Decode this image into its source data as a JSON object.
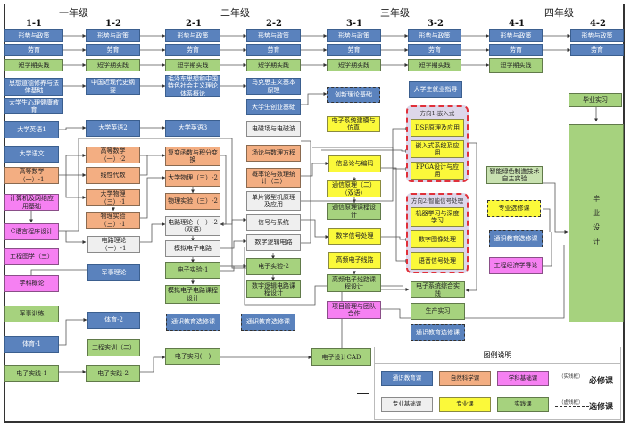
{
  "years": [
    "一年级",
    "二年级",
    "三年级",
    "四年级"
  ],
  "semesters": [
    "1-1",
    "1-2",
    "2-1",
    "2-2",
    "3-1",
    "3-2",
    "4-1",
    "4-2"
  ],
  "colors": {
    "general_education": "#5a82bd",
    "natural_science": "#f3ae82",
    "subject_foundation": "#f680f2",
    "major_foundation": "#efefef",
    "major": "#fbf93a",
    "practice": "#a6d27e",
    "direction_border": "#e0303a"
  },
  "courses": {
    "xszc": "形势与政策",
    "ly": "劳育",
    "dxqsj": "短学期实践",
    "sxdd": "思想道德修养与法律基础",
    "xljk": "大学生心理健康教育",
    "zgjd": "中国近现代史纲要",
    "mzd": "毛泽东思想和中国特色社会主义理论体系概论",
    "mkszy": "马克思主义基本原理",
    "cyjc": "大学生创业基础",
    "cxll": "创新理论基础",
    "jyzd": "大学生就业指导",
    "byyx": "毕业实习",
    "yy1": "大学英语1",
    "yy2": "大学英语2",
    "yy3": "大学英语3",
    "dxyw": "大学语文",
    "gs1": "高等数学（一）-1",
    "gs2": "高等数学（一）-2",
    "xxds": "线性代数",
    "wl1": "大学物理（三）-1",
    "sy1": "物理实验（三）-1",
    "fbhs": "复变函数与积分变换",
    "wl2": "大学物理（三）-2",
    "sy2": "物理实验（三）-2",
    "dl1": "电路理论（一）-1",
    "dl2": "电路理论（一）-2（双语）",
    "mndl": "模拟电子电路",
    "dzsy1": "电子实验-1",
    "mnkc": "模拟电子电路课程设计",
    "dcc": "电磁场与电磁波",
    "cl": "场论与数理方程",
    "gl": "概率论与数理统计（二）",
    "dpj": "单片微型机原理及应用",
    "xhxt": "信号与系统",
    "szlj": "数字逻辑电路",
    "dzsy2": "电子实验-2",
    "szkc": "数字逻辑电路课程设计",
    "jsj": "计算机及网络应用基础",
    "cyy": "C语言程序设计",
    "gctx": "工程图学（三）",
    "xkgl": "学科概论",
    "jsll": "军事理论",
    "jsxl": "军事训练",
    "ty1": "体育-1",
    "ty2": "体育-2",
    "gcsx": "工程实训（二）",
    "dzsj1": "电子实践-1",
    "dzsj2": "电子实践-2",
    "dzsx": "电子实习(一)",
    "tsxx1": "通识教育选修课",
    "tsxx2": "通识教育选修课",
    "tsxx3": "通识教育选修课",
    "tsxx4": "通识教育选修课",
    "dzjm": "电子系统建模与仿真",
    "xxl": "信息论与编码",
    "txyl": "通信原理（二）（双语）",
    "txkc": "通信原理课程设计",
    "szxh": "数字信号处理",
    "gpdl": "高频电子线路",
    "gpkc": "高频电子线路课程设计",
    "xmgl": "项目管理与团队合作",
    "dzcad": "电子设计CAD",
    "dsp": "DSP原理及应用",
    "qrs": "嵌入式系统及应用",
    "fpga": "FPGA设计与应用",
    "jqxx": "机器学习与深度学习",
    "sztx": "数字图像处理",
    "yyxh": "语音信号处理",
    "dzzh": "电子系统综合实践",
    "scsx": "生产实习",
    "znls": "智能绿色制造技术自主实验",
    "zyxx": "专业选修课",
    "gcjj": "工程经济学导论",
    "bysj": "毕业设计"
  },
  "directions": {
    "d1": "方向1:嵌入式",
    "d2": "方向2:智能信号处理"
  },
  "legend": {
    "title": "图例说明",
    "items": [
      "通识教育课",
      "自然科学课",
      "学科基础课",
      "专业基础课",
      "专业课",
      "实践课"
    ],
    "solid_note": "（实线框）",
    "dashed_note": "（虚线框）",
    "required": "必修课",
    "elective": "选修课"
  }
}
